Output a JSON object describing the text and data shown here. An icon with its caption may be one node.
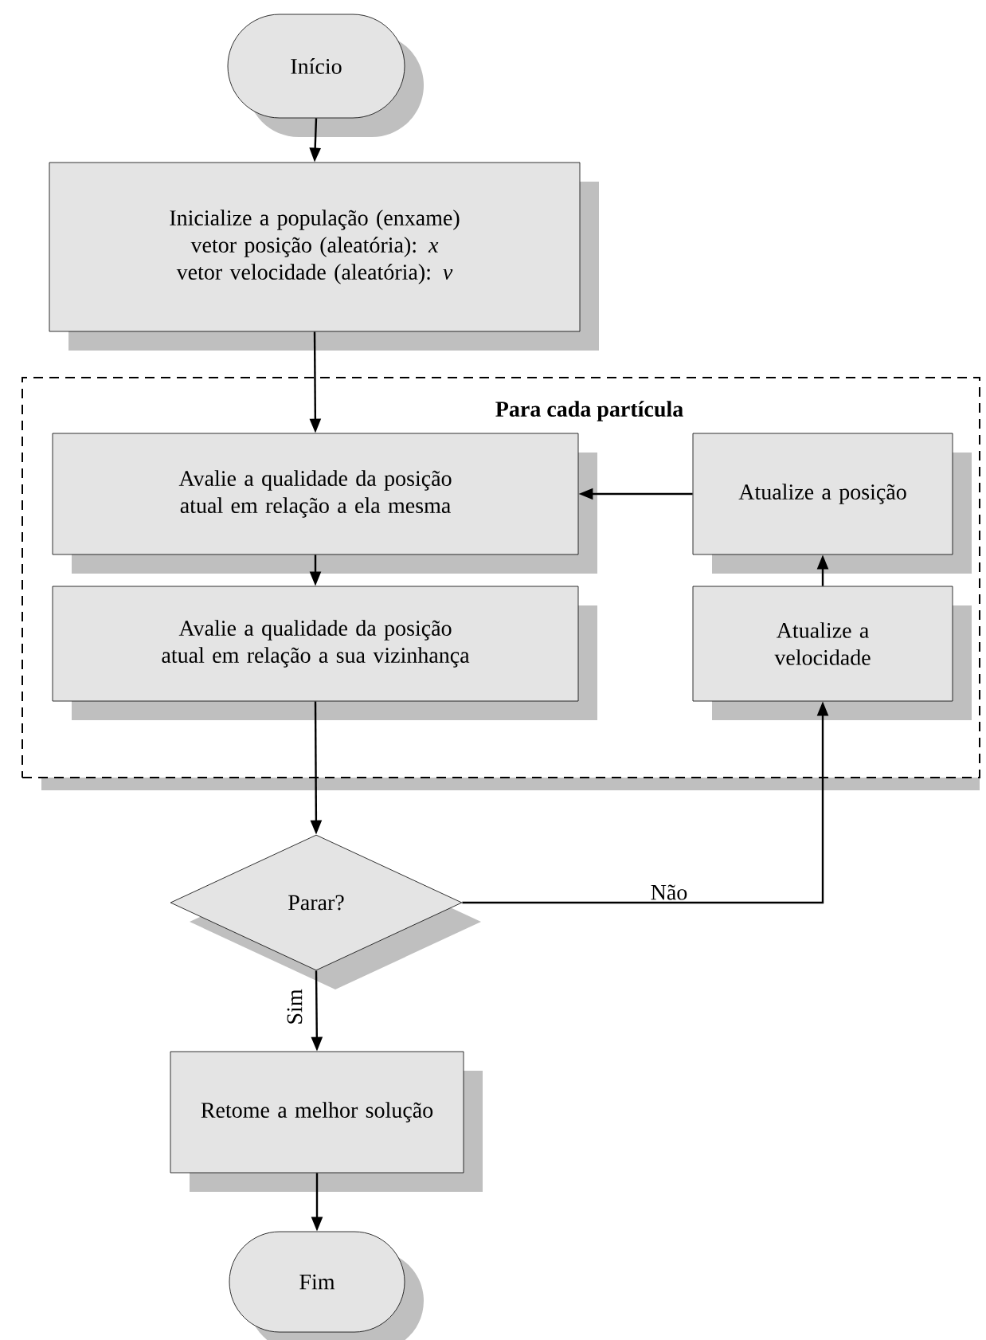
{
  "diagram": {
    "nodes": [
      {
        "text": [
          "Início"
        ]
      },
      {
        "text": [
          "Inicialize a população (enxame)",
          "vetor posição (aleatória): *x*",
          "vetor velocidade (aleatória): *v*"
        ]
      },
      {
        "text": [
          "Para cada partícula"
        ]
      },
      {
        "text": [
          "Avalie a qualidade da posição atual em relação a ela mesma"
        ],
        "in": 2
      },
      {
        "text": [
          "Atualize a posição"
        ],
        "in": 2
      },
      {
        "text": [
          "Avalie a qualidade da posição atual em relação a sua vizinhança"
        ],
        "in": 2
      },
      {
        "text": [
          "Atualize a velocidade"
        ],
        "in": 2
      },
      {
        "text": [
          "Parar?"
        ]
      },
      {
        "text": [
          "Retome a melhor solução"
        ]
      },
      {
        "text": [
          "Fim"
        ]
      }
    ],
    "edges": [
      {
        "from": 0,
        "to": 1,
        "arrow": "to"
      },
      {
        "from": 1,
        "to": 3,
        "arrow": "to"
      },
      {
        "from": 3,
        "to": 5,
        "arrow": "to"
      },
      {
        "from": 5,
        "to": 7,
        "arrow": "to"
      },
      {
        "from": 7,
        "to": 6,
        "arrow": "to",
        "label": "Não"
      },
      {
        "from": 6,
        "to": 4,
        "arrow": "to"
      },
      {
        "from": 4,
        "to": 3,
        "arrow": "to"
      },
      {
        "from": 7,
        "to": 8,
        "arrow": "to",
        "label": "Sim"
      },
      {
        "from": 8,
        "to": 9,
        "arrow": "to"
      }
    ]
  }
}
